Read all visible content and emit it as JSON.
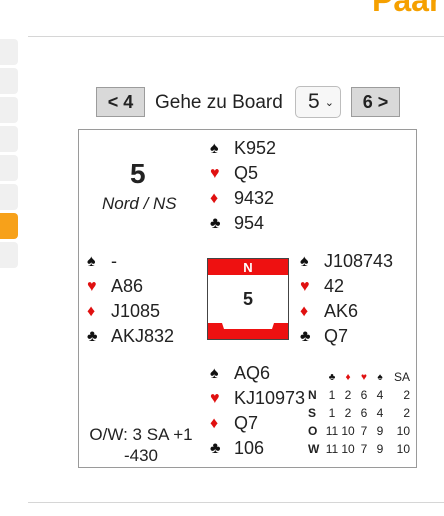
{
  "header": {
    "title": "Paar"
  },
  "nav": {
    "prev_label": "< 4",
    "goto_label": "Gehe zu Board",
    "selected_board": "5",
    "next_label": "6 >"
  },
  "board": {
    "number": "5",
    "dealer_vul": "Nord / NS",
    "compass": {
      "north_label": "N",
      "number": "5"
    },
    "north": {
      "spades": "K952",
      "hearts": "Q5",
      "diamonds": "9432",
      "clubs": "954"
    },
    "west": {
      "spades": "-",
      "hearts": "A86",
      "diamonds": "J1085",
      "clubs": "AKJ832"
    },
    "east": {
      "spades": "J108743",
      "hearts": "42",
      "diamonds": "AK6",
      "clubs": "Q7"
    },
    "south": {
      "spades": "AQ6",
      "hearts": "KJ10973",
      "diamonds": "Q7",
      "clubs": "106"
    },
    "contract_line": "O/W: 3 SA +1",
    "score": "-430"
  },
  "tricks": {
    "headers": [
      "♣",
      "♦",
      "♥",
      "♠",
      "SA"
    ],
    "rows": [
      {
        "seat": "N",
        "values": [
          "1",
          "2",
          "6",
          "4",
          "2"
        ]
      },
      {
        "seat": "S",
        "values": [
          "1",
          "2",
          "6",
          "4",
          "2"
        ]
      },
      {
        "seat": "O",
        "values": [
          "11",
          "10",
          "7",
          "9",
          "10"
        ]
      },
      {
        "seat": "W",
        "values": [
          "11",
          "10",
          "7",
          "9",
          "10"
        ]
      }
    ]
  },
  "icons": {
    "spade": "spade-icon",
    "heart": "heart-icon",
    "diamond": "diamond-icon",
    "club": "club-icon",
    "dropdown": "chevron-down-icon"
  },
  "colors": {
    "accent": "#f7a11a",
    "red_suit": "#e01010",
    "vulnerable": "#ee1111"
  }
}
